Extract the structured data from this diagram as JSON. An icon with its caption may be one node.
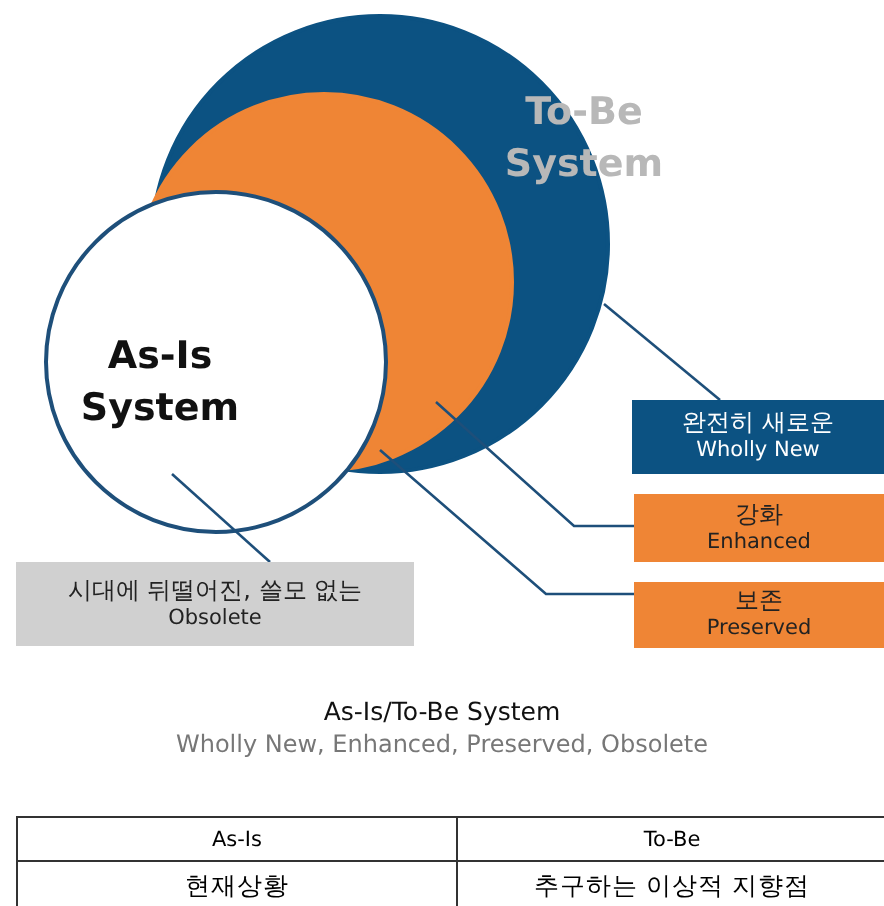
{
  "diagram": {
    "title": "As-Is/To-Be System",
    "caption": "Wholly New, Enhanced, Preserved, Obsolete",
    "nodes": [
      {
        "text": [
          "To-Be System"
        ]
      },
      {
        "text": [],
        "shape": "circle",
        "in": 0
      },
      {
        "text": [
          "As-Is System"
        ]
      },
      {
        "text": [
          "완전히 새로운",
          "Wholly New"
        ]
      },
      {
        "text": [
          "강화",
          "Enhanced"
        ]
      },
      {
        "text": [
          "보존",
          "Preserved"
        ]
      },
      {
        "text": [
          "시대에 뒤떨어진, 쓸모 없는",
          "Obsolete"
        ]
      }
    ],
    "edges": [
      {
        "from": 3,
        "to": 0,
        "arrow": "none"
      },
      {
        "from": 4,
        "to": 1,
        "arrow": "none"
      },
      {
        "from": 5,
        "to": 1,
        "arrow": "none"
      },
      {
        "from": 6,
        "to": 2,
        "arrow": "none"
      }
    ],
    "labels": [
      "As-Is",
      "To-Be",
      "현재상황",
      "추구하는 이상적 지향점"
    ]
  }
}
